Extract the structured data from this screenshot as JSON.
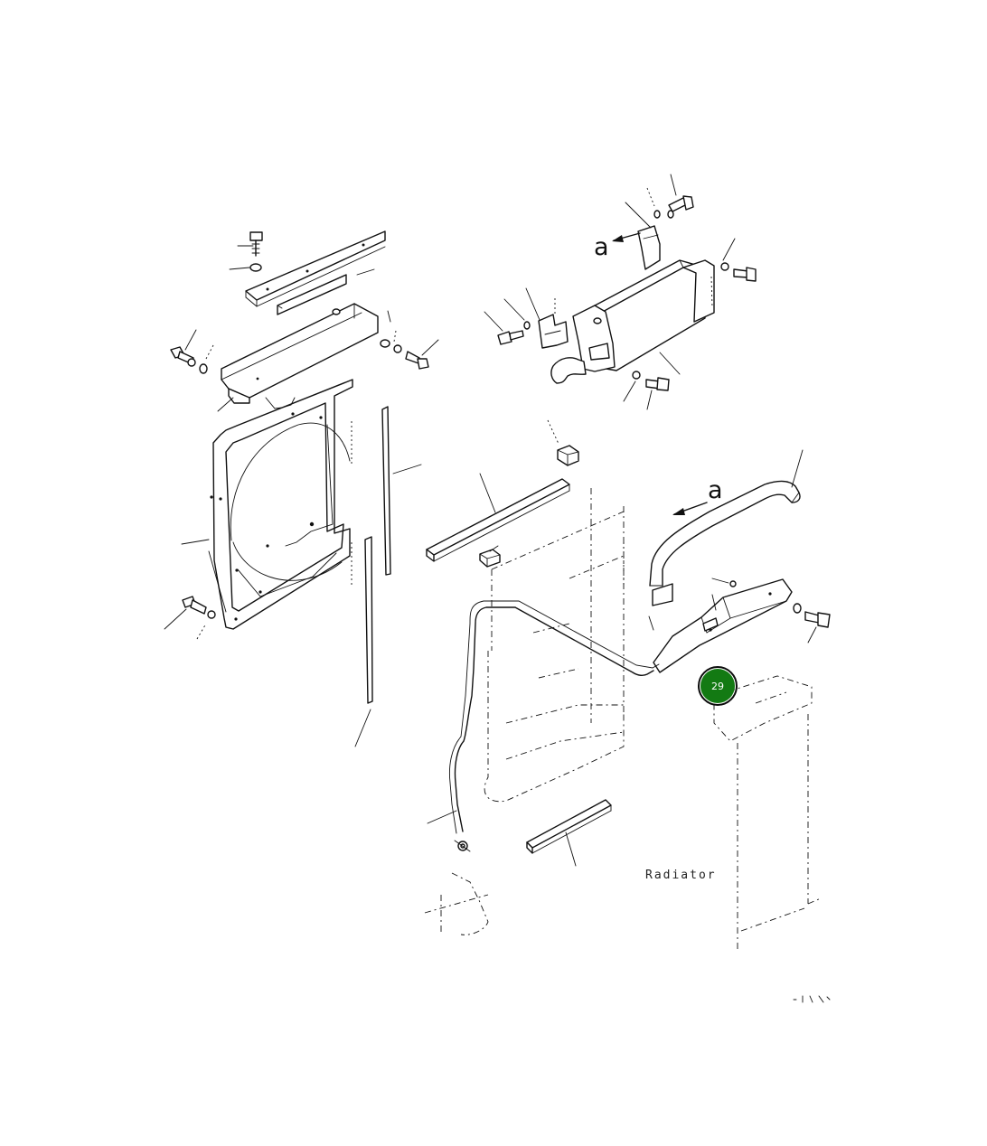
{
  "diagram": {
    "view_labels": [
      "a",
      "a"
    ],
    "radiator_label": "Radiator",
    "callout": {
      "number": "29",
      "fill_color": "#137a13",
      "ring_color": "#0b0b0b"
    }
  }
}
